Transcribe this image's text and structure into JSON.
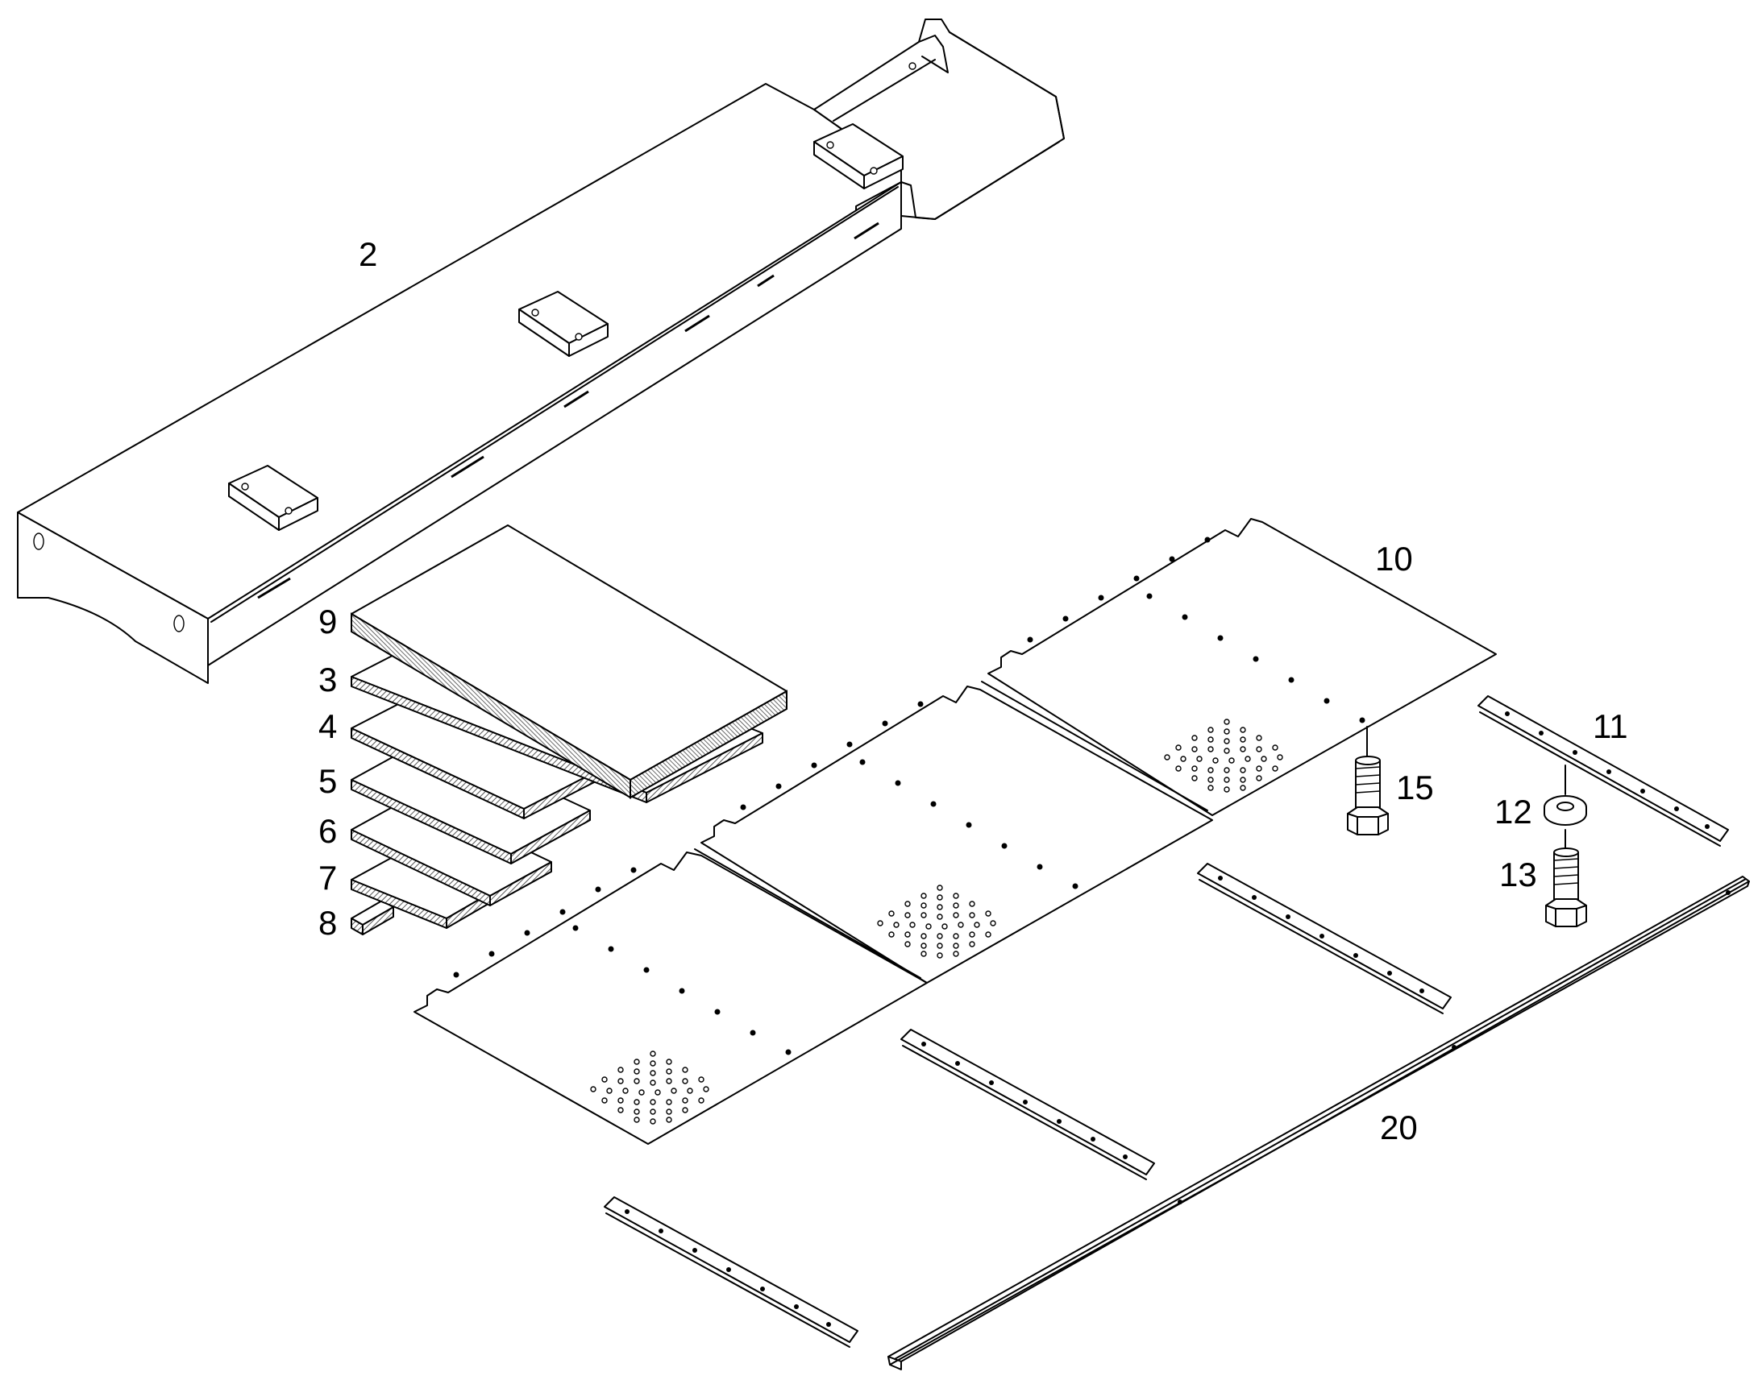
{
  "callouts": {
    "c2": "2",
    "c9": "9",
    "c3": "3",
    "c4": "4",
    "c5": "5",
    "c6": "6",
    "c7": "7",
    "c8": "8",
    "c10": "10",
    "c11": "11",
    "c12": "12",
    "c13": "13",
    "c15": "15",
    "c20": "20"
  }
}
